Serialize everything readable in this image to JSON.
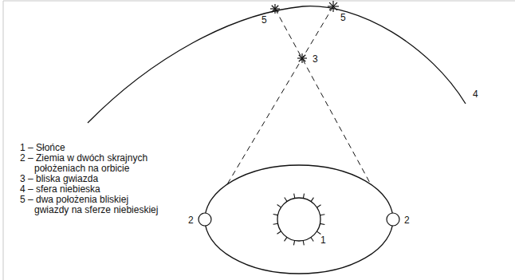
{
  "diagram": {
    "labels": [
      "5",
      "5",
      "3",
      "4",
      "2",
      "2",
      "1",
      "1 – Słońce",
      "2 – Ziemia w dwóch skrajnych położeniach na orbicie",
      "3 – bliska gwiazda",
      "4 – sfera niebieska",
      "5 – dwa położenia bliskiej gwiazdy na sferze niebieskiej"
    ]
  }
}
